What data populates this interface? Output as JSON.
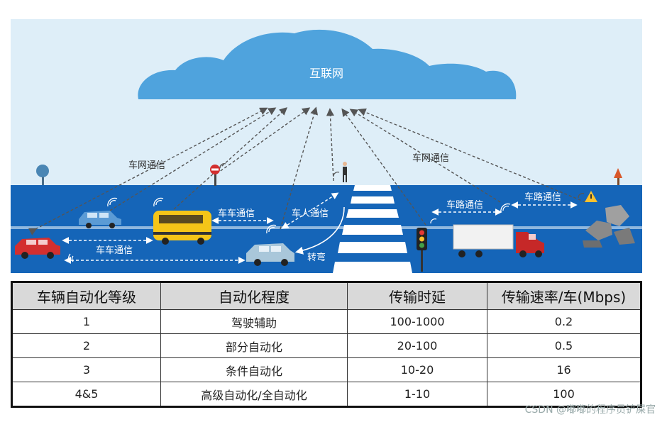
{
  "diagram": {
    "cloud_label": "互联网",
    "labels": {
      "v2n_left": "车网通信",
      "v2n_right": "车网通信",
      "v2v_top": "车车通信",
      "v2v_bottom": "车车通信",
      "v2p": "车人通信",
      "v2i_mid": "车路通信",
      "v2i_right": "车路通信",
      "turn": "转弯"
    },
    "colors": {
      "sky": "#deeef8",
      "cloud": "#4fa3dd",
      "road": "#1565b8",
      "lane_line": "#8fb7de",
      "arrow": "#555555",
      "white_arrow": "#ffffff"
    }
  },
  "table": {
    "headers": [
      "车辆自动化等级",
      "自动化程度",
      "传输时延",
      "传输速率/车(Mbps)"
    ],
    "rows": [
      [
        "1",
        "驾驶辅助",
        "100-1000",
        "0.2"
      ],
      [
        "2",
        "部分自动化",
        "20-100",
        "0.5"
      ],
      [
        "3",
        "条件自动化",
        "10-20",
        "16"
      ],
      [
        "4&5",
        "高级自动化/全自动化",
        "1-10",
        "100"
      ]
    ]
  },
  "watermark": "CSDN @嘟嘟的程序员铲屎官"
}
